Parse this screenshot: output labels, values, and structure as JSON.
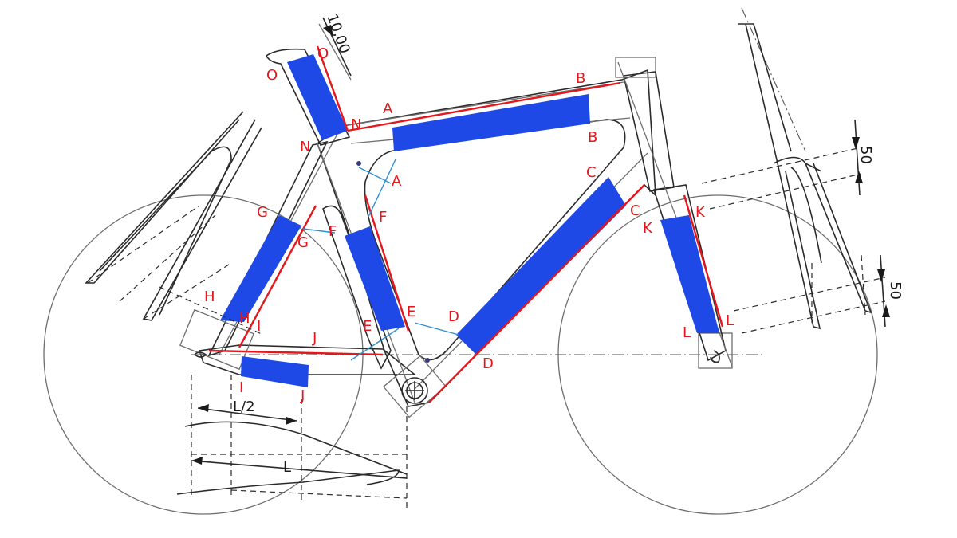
{
  "labels": {
    "a": "A",
    "b": "B",
    "c": "C",
    "d": "D",
    "e": "E",
    "f": "F",
    "g": "G",
    "h": "H",
    "i": "I",
    "j": "J",
    "k": "K",
    "l": "L",
    "n": "N",
    "o": "O"
  },
  "dimensions": {
    "seatpost_offset": "10,00",
    "fork_upper": "50",
    "fork_lower": "50",
    "half_length": "L/2",
    "length": "L"
  },
  "colors": {
    "measure_zone": "#1f49e6",
    "reference_line": "#e5161c",
    "guide_line": "#2d8fd6",
    "outline": "#6e6e6e"
  }
}
